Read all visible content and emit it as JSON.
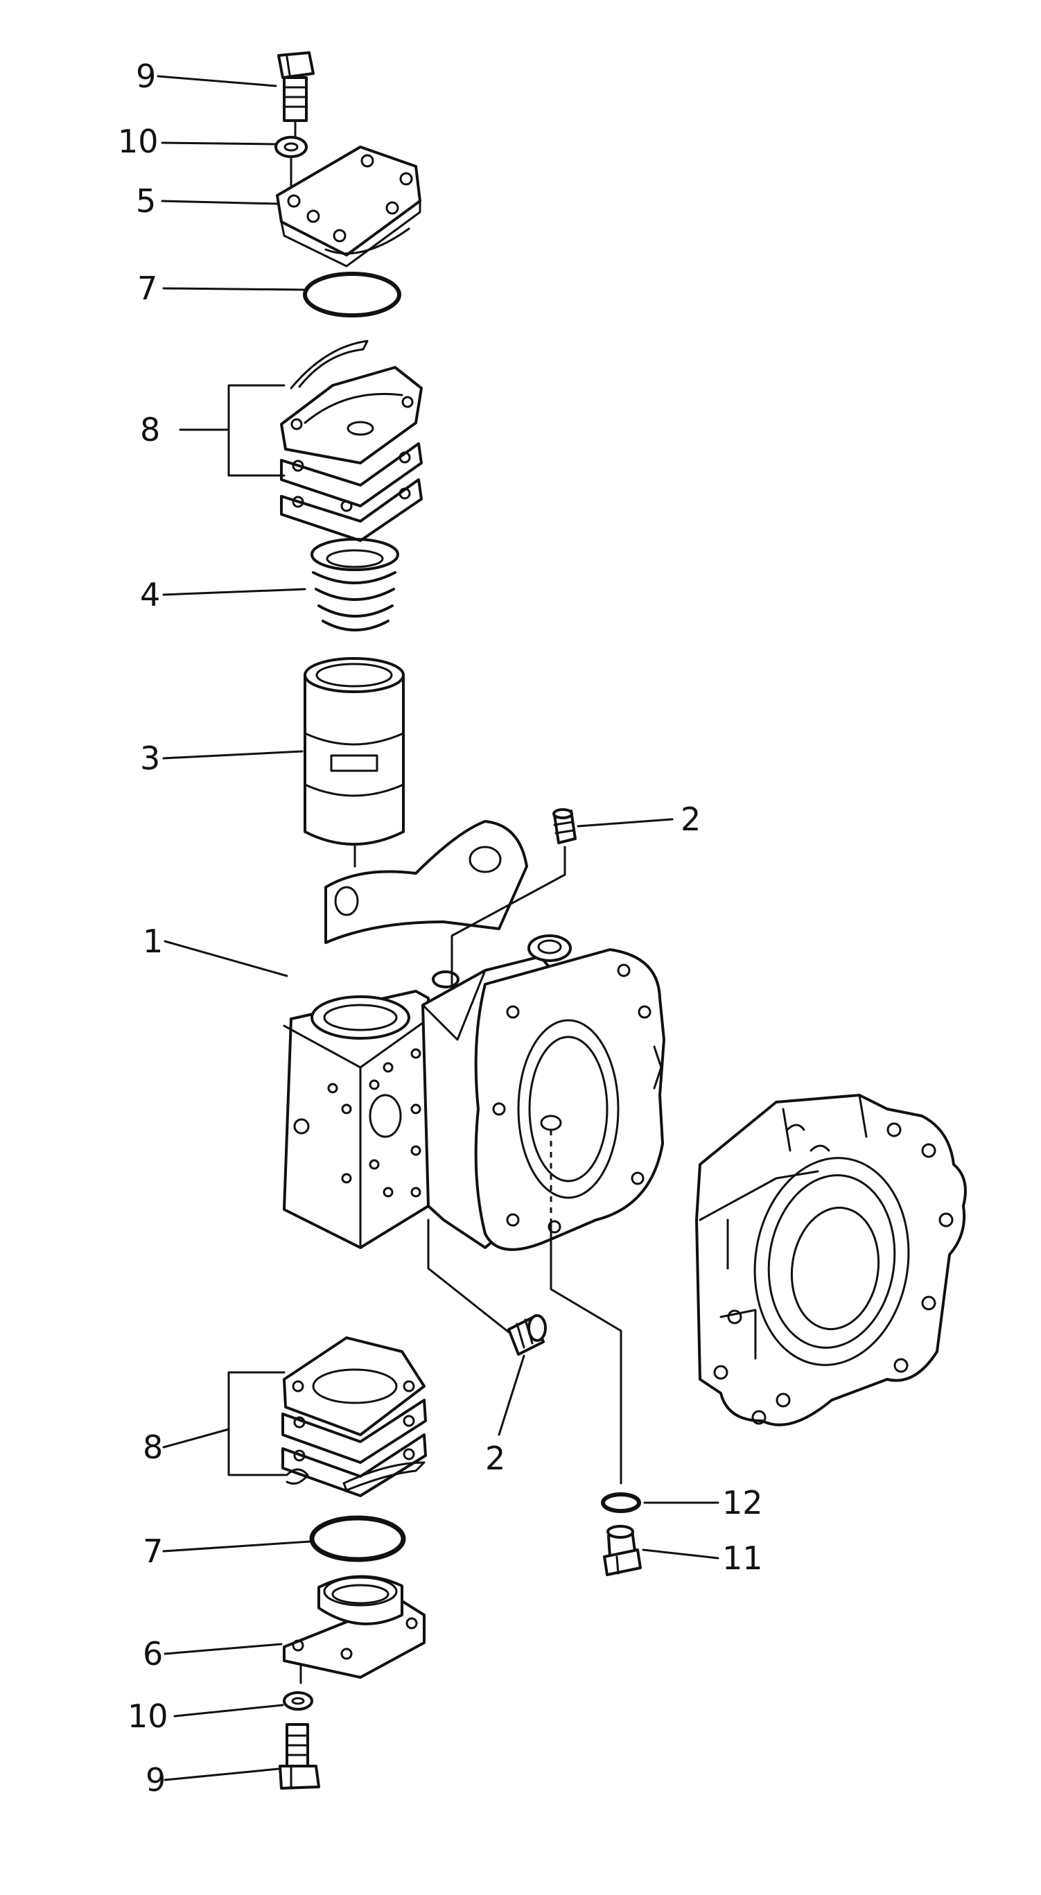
{
  "callouts": [
    {
      "id": "c9-top",
      "text": "9"
    },
    {
      "id": "c10-top",
      "text": "10"
    },
    {
      "id": "c5",
      "text": "5"
    },
    {
      "id": "c7-top",
      "text": "7"
    },
    {
      "id": "c8-top",
      "text": "8"
    },
    {
      "id": "c4",
      "text": "4"
    },
    {
      "id": "c3",
      "text": "3"
    },
    {
      "id": "c2-top",
      "text": "2"
    },
    {
      "id": "c1",
      "text": "1"
    },
    {
      "id": "c8-bottom",
      "text": "8"
    },
    {
      "id": "c2-bottom",
      "text": "2"
    },
    {
      "id": "c12",
      "text": "12"
    },
    {
      "id": "c7-bottom",
      "text": "7"
    },
    {
      "id": "c11",
      "text": "11"
    },
    {
      "id": "c6",
      "text": "6"
    },
    {
      "id": "c10-bottom",
      "text": "10"
    },
    {
      "id": "c9-bottom",
      "text": "9"
    }
  ]
}
